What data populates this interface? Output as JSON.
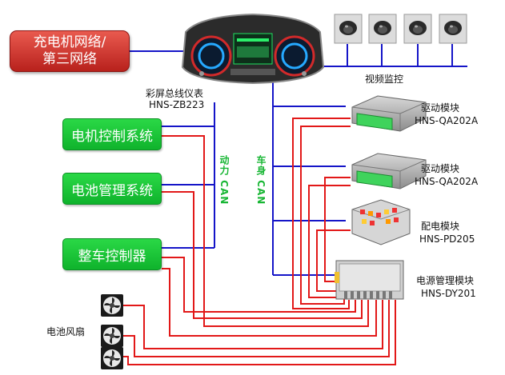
{
  "charger": {
    "line1": "充电机网络/",
    "line2": "第三网络"
  },
  "dashboard": {
    "label_cn": "彩屏总线仪表",
    "model": "HNS-ZB223"
  },
  "video": {
    "label": "视频监控"
  },
  "controllers": {
    "motor": "电机控制系统",
    "battery": "电池管理系统",
    "vehicle": "整车控制器"
  },
  "bus": {
    "power": "动力 CAN",
    "body": "车身 CAN"
  },
  "modules": {
    "drive1": {
      "name": "驱动模块",
      "model": "HNS-QA202A"
    },
    "drive2": {
      "name": "驱动模块",
      "model": "HNS-QA202A"
    },
    "power_dist": {
      "name": "配电模块",
      "model": "HNS-PD205"
    },
    "power_mgmt": {
      "name": "电源管理模块",
      "model": "HNS-DY201"
    }
  },
  "fan": {
    "label": "电池风扇"
  },
  "colors": {
    "can_wire": "#1515c8",
    "power_wire": "#e21818",
    "controller": "#16c534",
    "charger": "#c9312a",
    "bus_label": "#18b634"
  }
}
